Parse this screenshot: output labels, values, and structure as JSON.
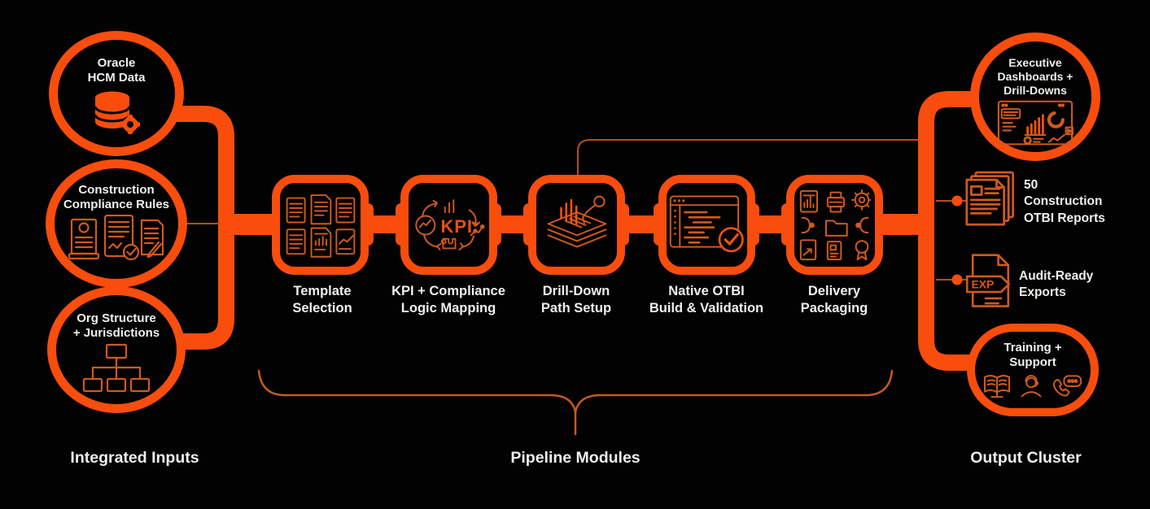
{
  "colors": {
    "background": "#020202",
    "accent": "#F94D0D",
    "icon_stroke": "#CE5A1E",
    "icon_bright": "#EF520E",
    "thin_line": "#B0511B",
    "text_light": "#F1EFEB"
  },
  "inputs": {
    "section_label": "Integrated Inputs",
    "nodes": [
      {
        "label": "Oracle\nHCM Data",
        "icon": "database-gear-icon"
      },
      {
        "label": "Construction\nCompliance Rules",
        "icon": "compliance-docs-icon"
      },
      {
        "label": "Org Structure\n+ Jurisdictions",
        "icon": "org-chart-icon"
      }
    ]
  },
  "pipeline": {
    "section_label": "Pipeline Modules",
    "modules": [
      {
        "label": "Template\nSelection",
        "icon": "template-docs-icon"
      },
      {
        "label": "KPI + Compliance\nLogic Mapping",
        "icon": "kpi-cycle-icon",
        "icon_text": "KPI"
      },
      {
        "label": "Drill-Down\nPath Setup",
        "icon": "drilldown-layers-icon"
      },
      {
        "label": "Native OTBI\nBuild & Validation",
        "icon": "otbi-code-check-icon"
      },
      {
        "label": "Delivery\nPackaging",
        "icon": "delivery-grid-icon"
      }
    ]
  },
  "outputs": {
    "section_label": "Output Cluster",
    "items": [
      {
        "label": "Executive\nDashboards +\nDrill-Downs",
        "icon": "dashboard-icon"
      },
      {
        "label": "50\nConstruction\nOTBI Reports",
        "icon": "reports-stack-icon"
      },
      {
        "label": "Audit-Ready\nExports",
        "icon": "exp-file-icon",
        "icon_text": "EXP"
      },
      {
        "label": "Training +\nSupport",
        "icons": [
          "book-icon",
          "headset-person-icon",
          "phone-chat-icon"
        ]
      }
    ]
  }
}
